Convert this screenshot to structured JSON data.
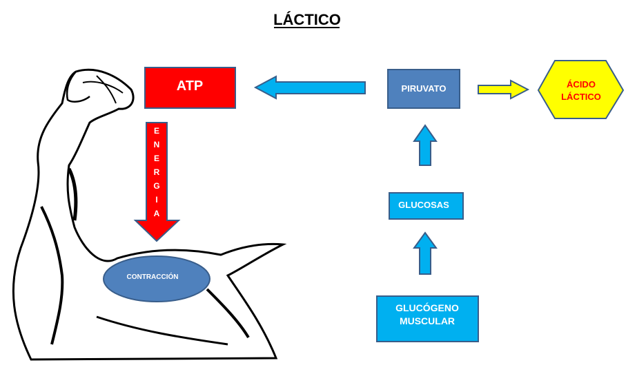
{
  "title": "LÁCTICO",
  "boxes": {
    "atp": "ATP",
    "piruvato": "PIRUVATO",
    "glucosas": "GLUCOSAS",
    "glucogeno_line1": "GLUCÓGENO",
    "glucogeno_line2": "MUSCULAR",
    "acido_line1": "ÁCIDO",
    "acido_line2": "LÁCTICO",
    "contraccion": "CONTRACCIÓN"
  },
  "energy_letters": [
    "E",
    "N",
    "E",
    "R",
    "G",
    "I",
    "A"
  ],
  "colors": {
    "atp_fill": "#ff0000",
    "box_blue": "#4f81bd",
    "box_cyan": "#00b0f0",
    "arrow_blue": "#00b0f0",
    "arrow_yellow": "#ffff00",
    "hexagon_fill": "#ffff00",
    "acid_text": "#ff0000",
    "outline": "#385d8a"
  }
}
